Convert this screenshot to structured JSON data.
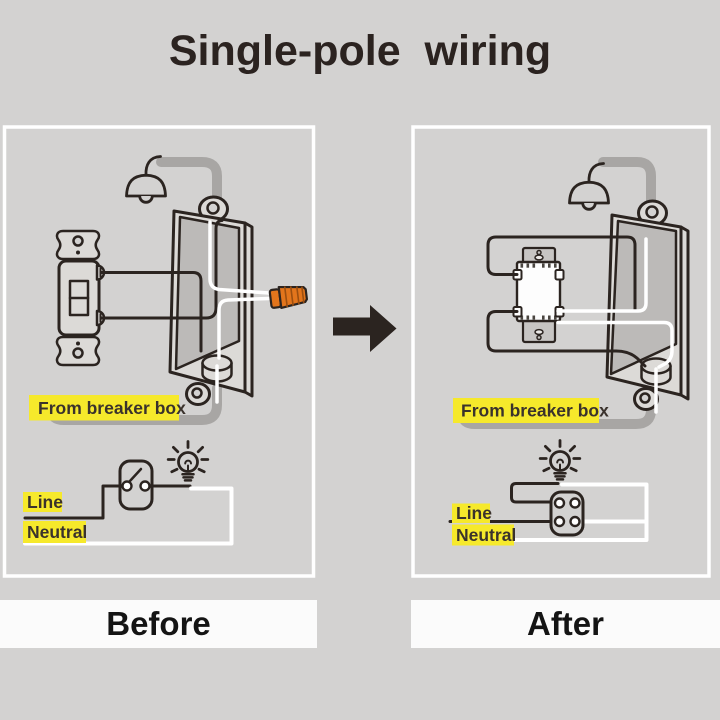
{
  "title": "Single-pole  wiring",
  "panels": {
    "before": {
      "caption": "Before",
      "breaker_label": "From breaker box",
      "line_label": "Line",
      "neutral_label": "Neutral"
    },
    "after": {
      "caption": "After",
      "breaker_label": "From breaker box",
      "line_label": "Line",
      "neutral_label": "Neutral"
    }
  },
  "colors": {
    "background": "#d3d2d1",
    "panel_border": "#ffffff",
    "caption_bar": "#fbfbfb",
    "caption_text": "#141414",
    "title_color": "#2b2320",
    "outline_dark": "#2b2420",
    "label_text": "#3a322c",
    "highlight_yellow": "#f6e92b",
    "cable_gray": "#a8a6a4",
    "box_face": "#dcdad7",
    "box_interior": "#bcbab8",
    "wire_white": "#ffffff",
    "wire_nut_orange": "#e2751c",
    "wire_nut_ridge": "#9c4f10",
    "switch_strap": "#c7c5c3",
    "switch_face": "#fdfdfd"
  }
}
